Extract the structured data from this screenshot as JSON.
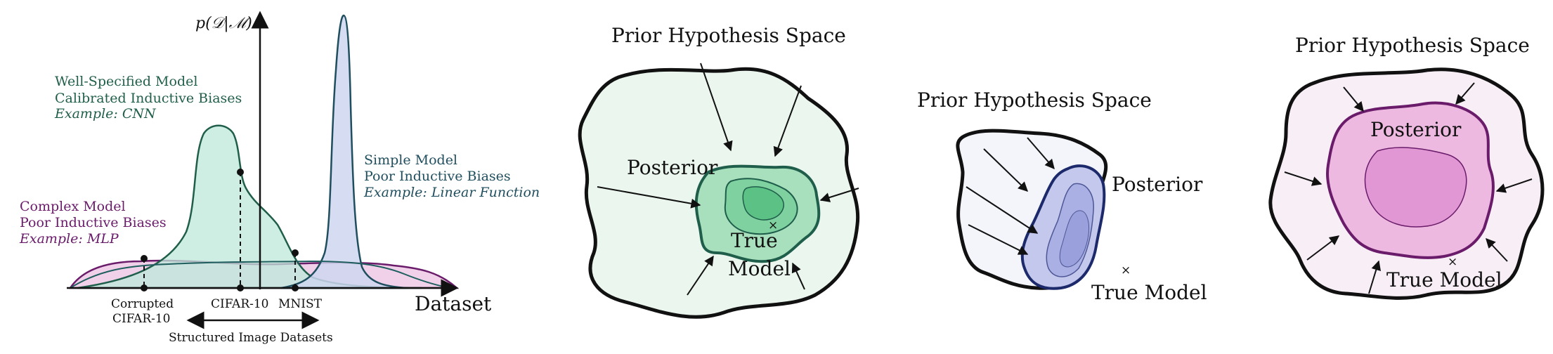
{
  "panel1": {
    "y_axis_label": "p(𝒟|ℳ)",
    "x_axis_label": "Dataset",
    "well_specified": {
      "line1": "Well-Specified Model",
      "line2": "Calibrated Inductive Biases",
      "example": "Example: CNN",
      "color": "#1f5e4a",
      "fill": "#bfe8da"
    },
    "simple": {
      "line1": "Simple Model",
      "line2": "Poor Inductive Biases",
      "example": "Example: Linear Function",
      "color": "#1f4e5e",
      "fill": "#cfd6f0"
    },
    "complex": {
      "line1": "Complex Model",
      "line2": "Poor Inductive Biases",
      "example": "Example: MLP",
      "color": "#6a1b6a",
      "fill": "#ecc6e4"
    },
    "ticks": {
      "corrupted_line1": "Corrupted",
      "corrupted_line2": "CIFAR-10",
      "cifar": "CIFAR-10",
      "mnist": "MNIST"
    },
    "range_label": "Structured Image Datasets"
  },
  "panel2": {
    "title": "Prior Hypothesis Space",
    "posterior": "Posterior",
    "true_line1": "True",
    "true_line2": "Model",
    "fill": "#eaf6ee",
    "posterior_fill": "#a8dfbd"
  },
  "panel3": {
    "title": "Prior Hypothesis Space",
    "posterior": "Posterior",
    "true_model": "True Model",
    "fill": "#f4f5fb",
    "posterior_fill": "#c4c8ec"
  },
  "panel4": {
    "title": "Prior Hypothesis Space",
    "posterior": "Posterior",
    "true_model": "True Model",
    "fill": "#f7eef6",
    "posterior_fill": "#edb9e0"
  }
}
